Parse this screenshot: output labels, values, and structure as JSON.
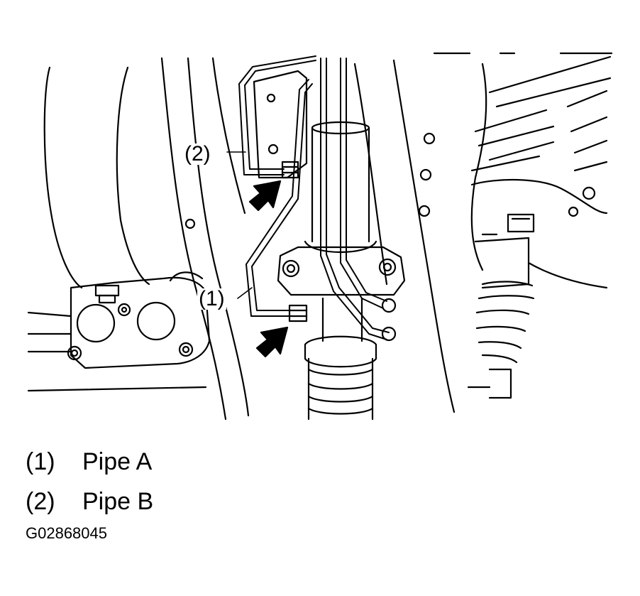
{
  "callouts": [
    {
      "number": "(2)"
    },
    {
      "number": "(1)"
    }
  ],
  "legend": [
    {
      "number": "(1)",
      "label": "Pipe A"
    },
    {
      "number": "(2)",
      "label": "Pipe B"
    }
  ],
  "figure_id": "G02868045",
  "colors": {
    "ink": "#000000",
    "paper": "#ffffff"
  }
}
